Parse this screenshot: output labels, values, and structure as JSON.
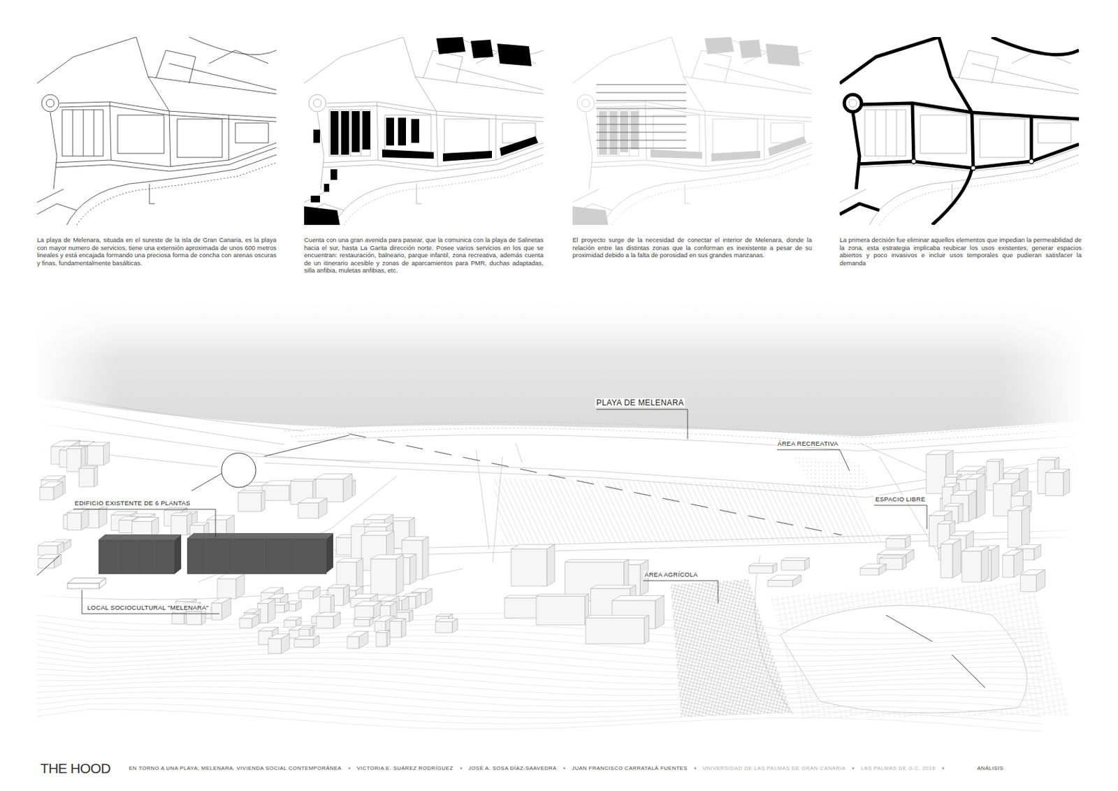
{
  "diagram": {
    "title": "THE HOOD",
    "labels": [
      "La playa de Melenara, situada en el sureste de la isla de Gran Canaria, es la playa con mayor numero de servicios, tiene una extensión aproximada de unos 600 metros lineales y está encajada formando una preciosa forma de concha con arenas oscuras y finas, fundamentalmente basálticas.",
      "Cuenta con una gran avenida para pasear, que la comunica con la playa de Salinetas hacia el sur, hasta La Garita dirección norte. Posee varios servicios en los que se encuentran: restauración, balneario, parque infantil, zona recreativa, además cuenta de un itinerario acesible y zonas de aparcamientos para PMR, duchas adaptadas, silla anfibia, muletas anfibias, etc.",
      "El proyecto surge de la necesidad de conectar el interior de Melenara, donde la relación entre las distintas zonas que la conforman es inexistente a pesar de su proximidad debido a la falta de porosidad en sus grandes manzanas.",
      "La primera decisión fue eliminar aquellos elementos que impedian la permeabilidad de la zona, esta estrategia implicaba reubicar los usos existentes, generar espacios abiertos y poco invasivos e incluir usos temporales que pudieran satisfacer la demanda",
      "PLAYA DE MELENARA",
      "ÁREA RECREATIVA",
      "ESPACIO LIBRE",
      "EDIFICIO EXISTENTE DE 6 PLANTAS",
      "ÁREA AGRÍCOLA",
      "LOCAL SOCIOCULTURAL \"MELENARA\"",
      "EN TORNO A UNA PLAYA, MELENARA. VIVIENDA SOCIAL CONTEMPORÁNEA",
      "VICTORIA E. SUÁREZ RODRÍGUEZ",
      "JOSÉ A. SOSA DÍAZ-SAAVEDRA",
      "JUAN FRANCISCO CARRATALÁ FUENTES",
      "UNIVERSIDAD DE LAS PALMAS DE GRAN CANARIA",
      "LAS PALMAS DE G.C. 2018",
      "ANÁLISIS"
    ]
  }
}
